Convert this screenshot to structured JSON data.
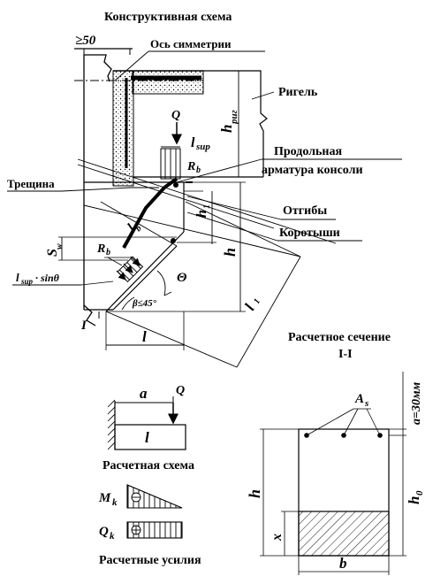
{
  "top": {
    "title": "Конструктивная схема",
    "min_support": "≥50",
    "symmetry_axis": "Ось симметрии",
    "crossbar": "Ригель",
    "h_crossbar": "h",
    "h_crossbar_sub": "риг",
    "load_q": "Q",
    "l_sup": "l",
    "l_sup_sub": "sup",
    "rb_top": "R",
    "rb_top_sub": "b",
    "long_rebar_1": "Продольная",
    "long_rebar_2": "арматура консоли",
    "crack": "Трещина",
    "bent_bars": "Отгибы",
    "short_bars": "Коротыши",
    "h1": "h",
    "h1_sub": "1",
    "lb": "l",
    "lb_sub": "b",
    "sw": "S",
    "sw_sub": "w",
    "rb_mid": "R",
    "rb_mid_sub": "b",
    "lsup_sin": "l",
    "lsup_sin_sub": "sup",
    "lsup_sin_rest": "· sinθ",
    "theta": "Θ",
    "beta": "β≤45°",
    "point_i": "I",
    "h_console": "h",
    "l_console": "l",
    "l1": "l",
    "l1_sub": "1"
  },
  "scheme": {
    "a": "a",
    "q": "Q",
    "l": "l",
    "caption": "Расчетная схема"
  },
  "forces": {
    "mk": "M",
    "mk_sub": "k",
    "qk": "Q",
    "qk_sub": "k",
    "caption": "Расчетные усилия"
  },
  "section": {
    "title1": "Расчетное сечение",
    "title2": "I-I",
    "as": "A",
    "as_sub": "s",
    "a30": "a=30мм",
    "h": "h",
    "h0": "h",
    "h0_sub": "0",
    "x": "x",
    "b": "b"
  }
}
